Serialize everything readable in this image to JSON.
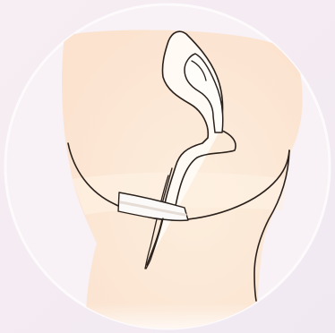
{
  "colors": {
    "page_background": "#ffffff",
    "backdrop_lavender": "#f1e9f2",
    "backdrop_pink": "#f7eef3",
    "circle_outline": "#fbf7fa",
    "skin_peach": "#fbe6d4",
    "skin_highlight": "#fdeedd",
    "inner_organ": "#fffaf4",
    "line_art": "#2b211c",
    "pad_fill": "#fbfaf8"
  },
  "figure_parts": [
    "lower-torso",
    "uterus-outline",
    "uterine-cavity",
    "vaginal-canal",
    "underwear-band",
    "pad",
    "left-leg-line",
    "right-leg-line"
  ]
}
